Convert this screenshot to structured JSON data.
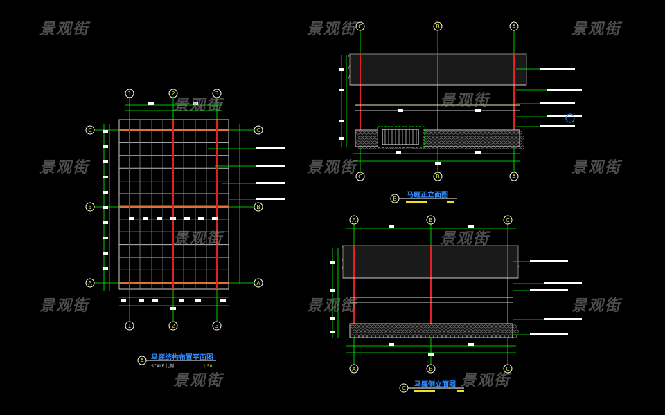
{
  "watermark": "景观街",
  "views": {
    "plan": {
      "tag": "A",
      "title": "马厩结构布置平面图",
      "scale_label": "SCALE  比例",
      "scale": "1:50",
      "top_axes": [
        "1",
        "2",
        "3"
      ],
      "side_axes": [
        "C",
        "B",
        "A"
      ]
    },
    "front": {
      "tag": "B",
      "title": "马厩正立面图",
      "axes": [
        "C",
        "B",
        "A"
      ]
    },
    "side": {
      "tag": "C",
      "title": "马厩侧立面图",
      "axes": [
        "A",
        "B",
        "C"
      ]
    }
  },
  "colors": {
    "axis": "#00ff00",
    "beam": "#e0703a",
    "post": "#e02020",
    "dim": "#00ff00",
    "title": "#2f8cff",
    "scale": "#e8e020"
  }
}
